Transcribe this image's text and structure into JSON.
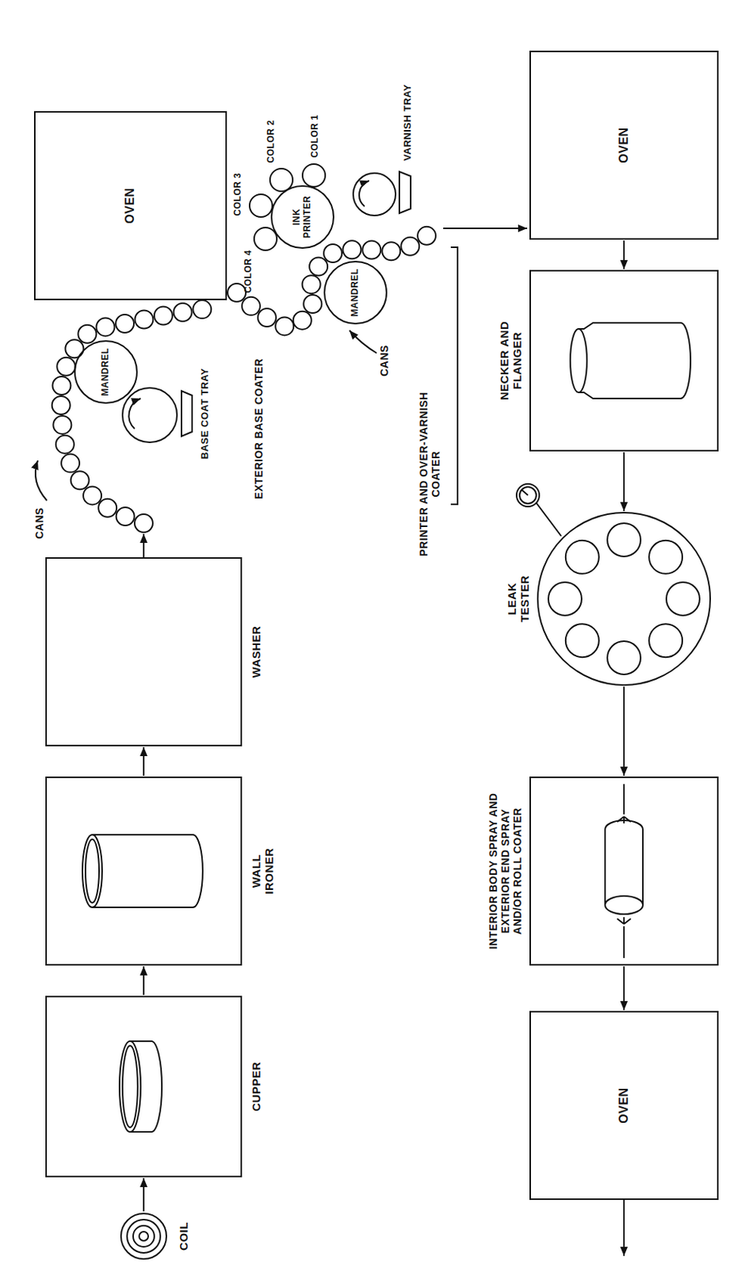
{
  "diagram": {
    "nodes": [
      {
        "text": [
          "COIL"
        ]
      },
      {
        "text": [
          "CUPPER"
        ]
      },
      {
        "text": [
          "WALL IRONER"
        ]
      },
      {
        "text": [
          "WASHER"
        ]
      },
      {
        "text": [
          "MANDREL"
        ]
      },
      {
        "text": [
          "OVEN"
        ]
      },
      {
        "text": [
          "INK PRINTER"
        ]
      },
      {
        "text": [
          "MANDREL"
        ]
      },
      {
        "text": [
          "OVEN"
        ]
      },
      {
        "text": [
          "NECKER AND FLANGER"
        ]
      },
      {
        "text": [
          "LEAK TESTER"
        ]
      },
      {
        "text": [
          "INTERIOR BODY SPRAY AND EXTERIOR END SPRAY AND/OR ROLL COATER"
        ]
      },
      {
        "text": [
          "OVEN"
        ]
      }
    ],
    "edges": [
      {
        "from": 0,
        "to": 1,
        "arrow": "to"
      },
      {
        "from": 1,
        "to": 2,
        "arrow": "to"
      },
      {
        "from": 2,
        "to": 3,
        "arrow": "to"
      },
      {
        "from": 8,
        "to": 9,
        "arrow": "to"
      },
      {
        "from": 9,
        "to": 10,
        "arrow": "to"
      },
      {
        "from": 10,
        "to": 11,
        "arrow": "to"
      },
      {
        "from": 11,
        "to": 12,
        "arrow": "to"
      }
    ],
    "labels": [
      "CANS",
      "BASE COAT TRAY",
      "EXTERIOR BASE COATER",
      "COLOR 4",
      "COLOR 3",
      "COLOR 2",
      "COLOR 1",
      "CANS",
      "PRINTER AND OVER-VARNISH COATER",
      "VARNISH TRAY"
    ]
  }
}
